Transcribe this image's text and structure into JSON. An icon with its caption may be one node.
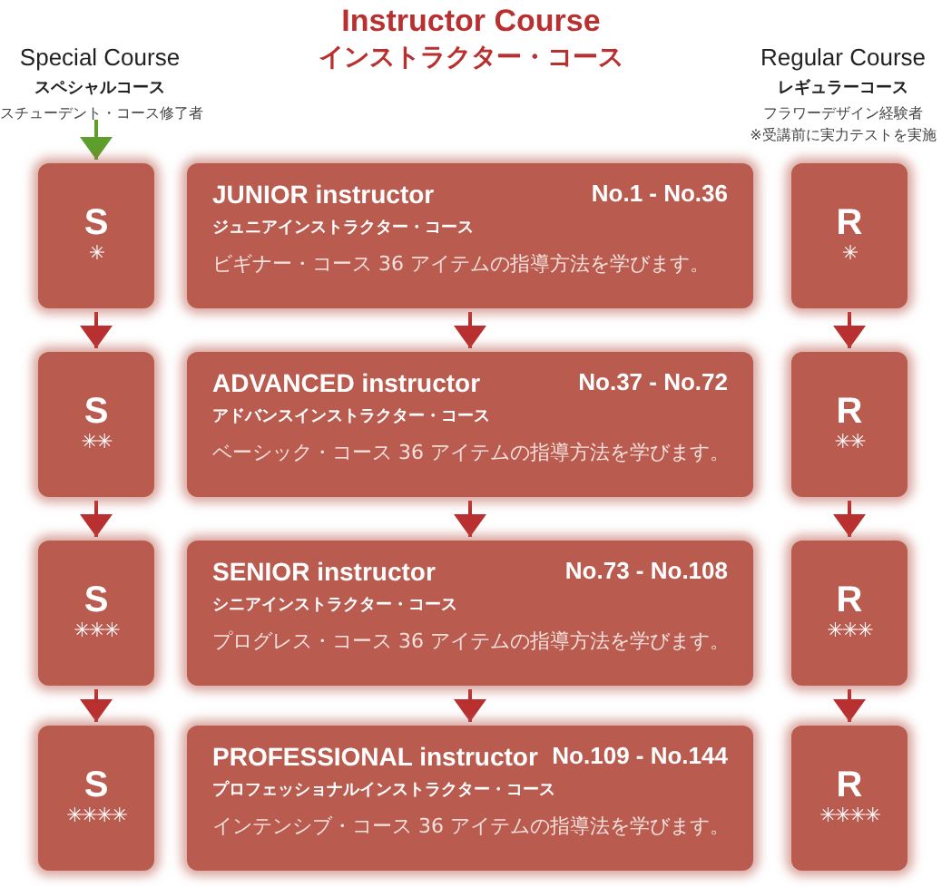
{
  "diagram": {
    "title": "Instructor Course",
    "nodes": [
      {
        "text": [
          "Special Course",
          "スペシャルコース",
          "スチューデント・コース修了者"
        ]
      },
      {
        "text": [
          "S",
          "✳"
        ]
      },
      {
        "text": [
          "JUNIOR instructor",
          "No.1 - No.36",
          "ジュニアインストラクター・コース",
          "ビギナー・コース 36 アイテムの指導方法を学びます。"
        ]
      },
      {
        "text": [
          "R",
          "✳"
        ]
      },
      {
        "text": [
          "S",
          "✳✳"
        ]
      },
      {
        "text": [
          "ADVANCED instructor",
          "No.37 - No.72",
          "アドバンスインストラクター・コース",
          "ベーシック・コース 36 アイテムの指導方法を学びます。"
        ]
      },
      {
        "text": [
          "R",
          "✳✳"
        ]
      },
      {
        "text": [
          "S",
          "✳✳✳"
        ]
      },
      {
        "text": [
          "SENIOR instructor",
          "No.73 - No.108",
          "シニアインストラクター・コース",
          "プログレス・コース 36 アイテムの指導方法を学びます。"
        ]
      },
      {
        "text": [
          "R",
          "✳✳✳"
        ]
      },
      {
        "text": [
          "S",
          "✳✳✳✳"
        ]
      },
      {
        "text": [
          "PROFESSIONAL instructor",
          "No.109 - No.144",
          "プロフェッショナルインストラクター・コース",
          "インテンシブ・コース 36 アイテムの指導法を学びます。"
        ]
      },
      {
        "text": [
          "R",
          "✳✳✳✳"
        ]
      }
    ],
    "edges": [
      {
        "from": 0,
        "to": 1,
        "arrow": "to",
        "color": "#5e9e2c"
      },
      {
        "from": 1,
        "to": 4,
        "arrow": "to"
      },
      {
        "from": 2,
        "to": 5,
        "arrow": "to"
      },
      {
        "from": 3,
        "to": 6,
        "arrow": "to"
      },
      {
        "from": 4,
        "to": 7,
        "arrow": "to"
      },
      {
        "from": 5,
        "to": 8,
        "arrow": "to"
      },
      {
        "from": 6,
        "to": 9,
        "arrow": "to"
      },
      {
        "from": 7,
        "to": 10,
        "arrow": "to"
      },
      {
        "from": 8,
        "to": 11,
        "arrow": "to"
      },
      {
        "from": 9,
        "to": 12,
        "arrow": "to"
      }
    ],
    "labels": [
      "インストラクター・コース",
      "Regular Course",
      "レギュラーコース",
      "フラワーデザイン経験者",
      "※受講前に実力テストを実施"
    ]
  }
}
